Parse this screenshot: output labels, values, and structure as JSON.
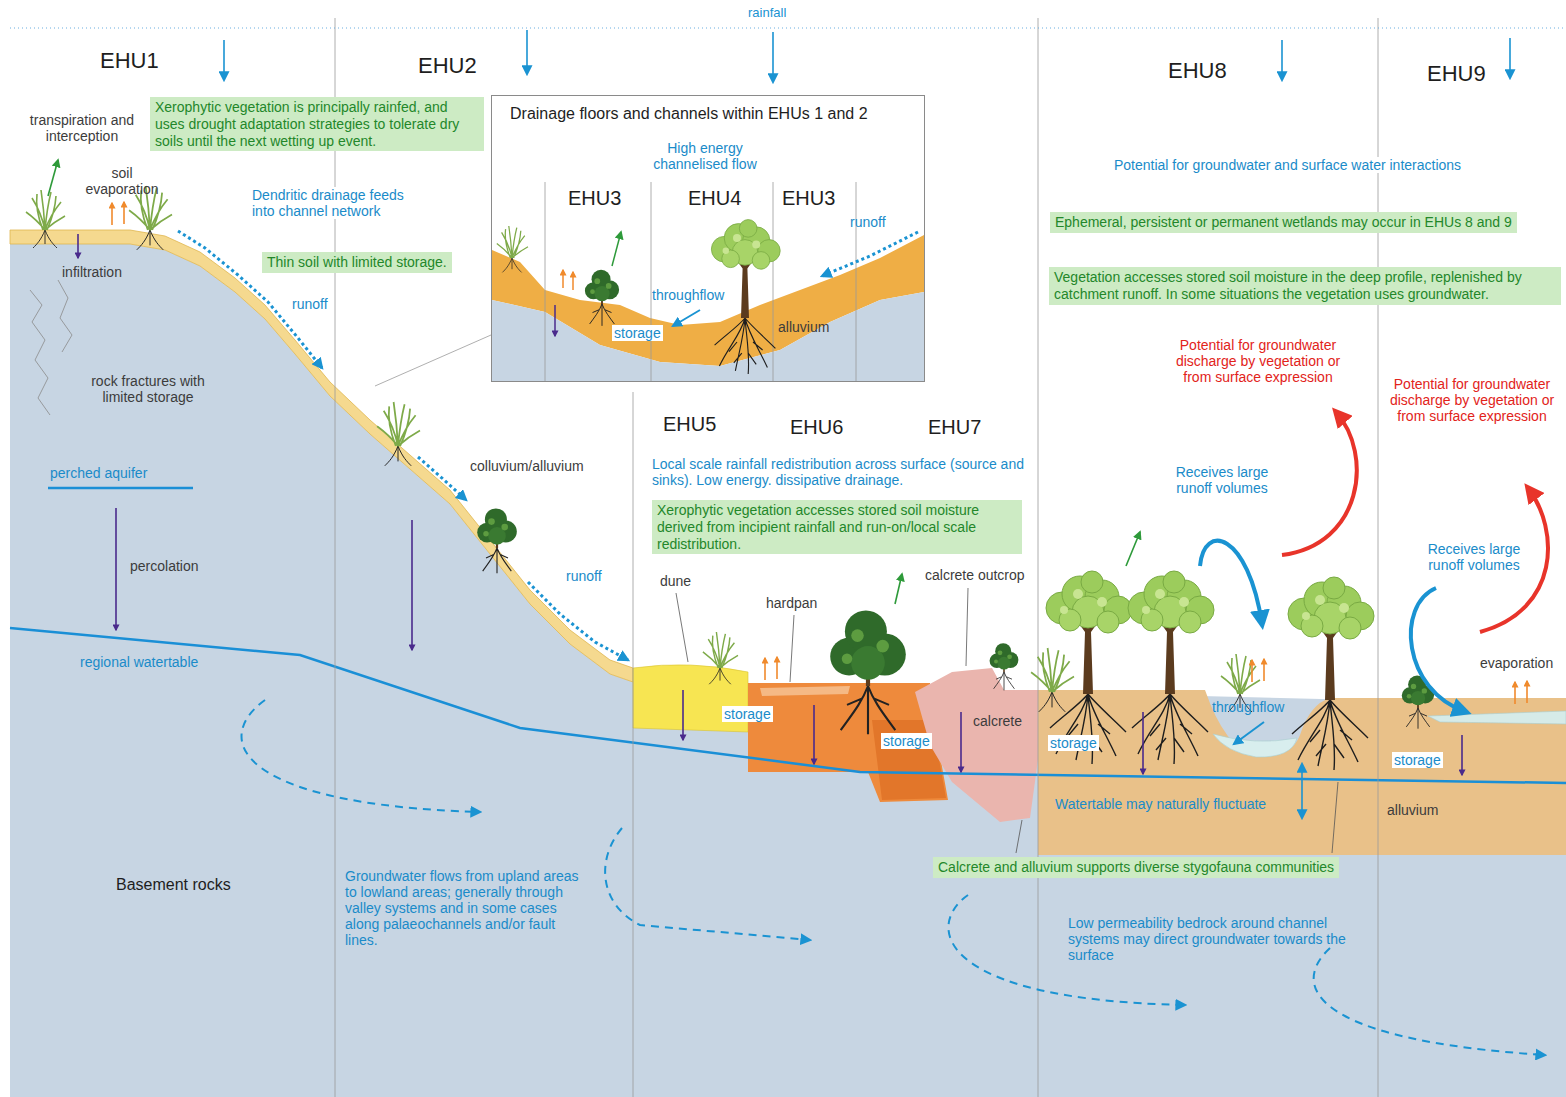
{
  "diagram": {
    "nodes": [
      {
        "text": [
          "Xerophytic vegetation is principally rainfed, and uses drought adaptation strategies to tolerate dry soils until the next wetting up event."
        ]
      },
      {
        "text": [
          "Thin soil with limited storage."
        ]
      },
      {
        "text": [
          "Drainage floors and channels within EHUs 1 and 2"
        ]
      },
      {
        "text": [
          "Xerophytic vegetation accesses stored soil moisture derived from incipient rainfall and run-on/local scale redistribution."
        ]
      },
      {
        "text": [
          "Ephemeral, persistent or permanent wetlands may occur in EHUs 8 and 9"
        ]
      },
      {
        "text": [
          "Vegetation accesses stored soil moisture in the deep profile, replenished by catchment runoff. In some situations the vegetation uses groundwater."
        ]
      },
      {
        "text": [
          "Calcrete and alluvium supports diverse stygofauna communities"
        ]
      }
    ],
    "labels": [
      "rainfall",
      "EHU1",
      "EHU2",
      "EHU8",
      "EHU9",
      "transpiration and interception",
      "soil evaporation",
      "infiltration",
      "Dendritic drainage feeds into channel network",
      "runoff",
      "rock fractures with limited storage",
      "perched aquifer",
      "percolation",
      "regional watertable",
      "colluvium/alluvium",
      "runoff",
      "Basement rocks",
      "Groundwater flows from upland areas to lowland areas; generally through valley systems and in some cases along palaeochannels and/or fault lines.",
      "High energy channelised flow",
      "EHU3",
      "EHU4",
      "EHU3",
      "runoff",
      "throughflow",
      "storage",
      "alluvium",
      "EHU5",
      "EHU6",
      "EHU7",
      "Local scale rainfall redistribution across surface (source and sinks). Low energy. dissipative drainage.",
      "dune",
      "hardpan",
      "calcrete outcrop",
      "storage",
      "storage",
      "calcrete",
      "Potential for groundwater and surface water interactions",
      "Potential for groundwater discharge by vegetation or from surface expression",
      "Potential for groundwater discharge by vegetation or from surface expression",
      "Receives large runoff volumes",
      "Receives large runoff volumes",
      "evaporation",
      "throughflow",
      "storage",
      "storage",
      "Watertable may naturally fluctuate",
      "alluvium",
      "Low permeability bedrock around channel systems may direct groundwater towards the surface"
    ]
  }
}
